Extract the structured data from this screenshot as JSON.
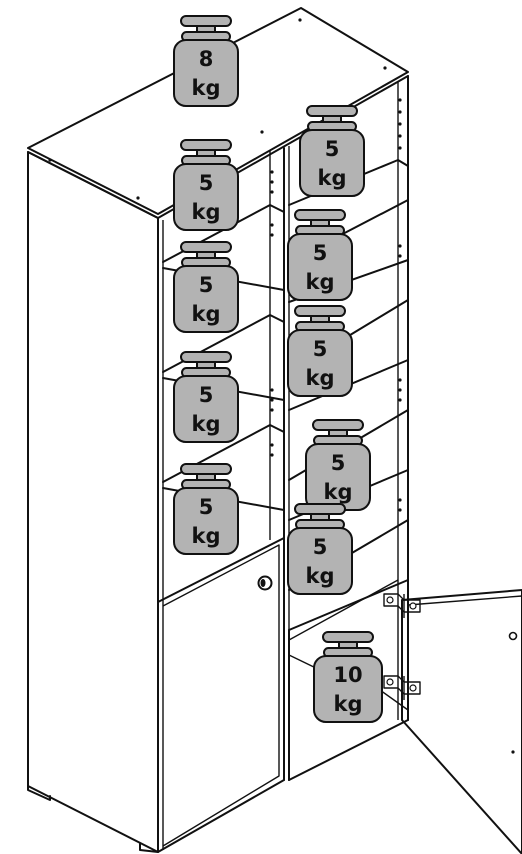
{
  "weights": [
    {
      "id": "top",
      "value": "8",
      "unit": "kg"
    },
    {
      "id": "l1",
      "value": "5",
      "unit": "kg"
    },
    {
      "id": "l2",
      "value": "5",
      "unit": "kg"
    },
    {
      "id": "l3",
      "value": "5",
      "unit": "kg"
    },
    {
      "id": "l4",
      "value": "5",
      "unit": "kg"
    },
    {
      "id": "r1",
      "value": "5",
      "unit": "kg"
    },
    {
      "id": "r2",
      "value": "5",
      "unit": "kg"
    },
    {
      "id": "r3",
      "value": "5",
      "unit": "kg"
    },
    {
      "id": "r4",
      "value": "5",
      "unit": "kg"
    },
    {
      "id": "r5",
      "value": "5",
      "unit": "kg"
    },
    {
      "id": "bottom",
      "value": "10",
      "unit": "kg"
    }
  ],
  "colors": {
    "weight_fill": "#b3b3b3",
    "outline": "#111111",
    "background": "#ffffff"
  }
}
